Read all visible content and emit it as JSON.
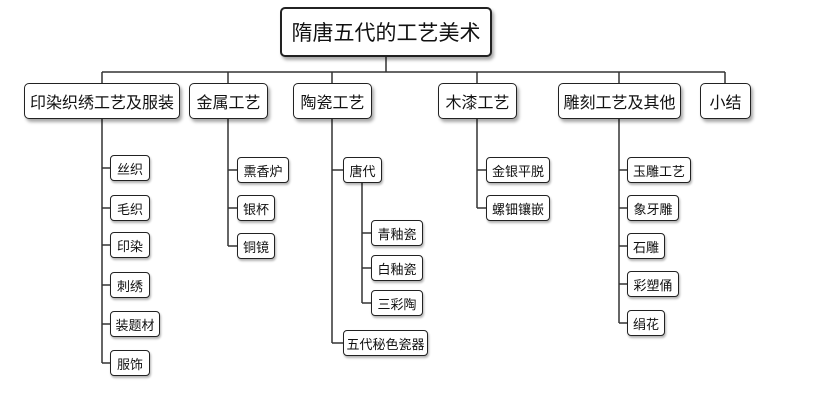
{
  "root": "隋唐五代的工艺美术",
  "categories": [
    {
      "label": "印染织绣工艺及服装",
      "children": [
        {
          "label": "丝织"
        },
        {
          "label": "毛织"
        },
        {
          "label": "印染"
        },
        {
          "label": "刺绣"
        },
        {
          "label": "装题材"
        },
        {
          "label": "服饰"
        }
      ]
    },
    {
      "label": "金属工艺",
      "children": [
        {
          "label": "熏香炉"
        },
        {
          "label": "银杯"
        },
        {
          "label": "铜镜"
        }
      ]
    },
    {
      "label": "陶瓷工艺",
      "children": [
        {
          "label": "唐代",
          "children": [
            {
              "label": "青釉瓷"
            },
            {
              "label": "白釉瓷"
            },
            {
              "label": "三彩陶"
            }
          ]
        },
        {
          "label": "五代秘色瓷器"
        }
      ]
    },
    {
      "label": "木漆工艺",
      "children": [
        {
          "label": "金银平脱"
        },
        {
          "label": "螺钿镶嵌"
        }
      ]
    },
    {
      "label": "雕刻工艺及其他",
      "children": [
        {
          "label": "玉雕工艺"
        },
        {
          "label": "象牙雕"
        },
        {
          "label": "石雕"
        },
        {
          "label": "彩塑俑"
        },
        {
          "label": "绢花"
        }
      ]
    },
    {
      "label": "小结",
      "children": []
    }
  ]
}
